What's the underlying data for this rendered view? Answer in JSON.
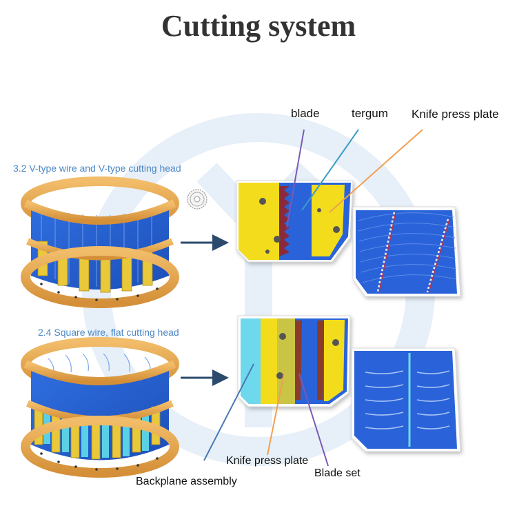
{
  "title": "Cutting system",
  "sections": [
    {
      "subtitle": "3.2 V-type wire and V-type cutting head"
    },
    {
      "subtitle": "2.4 Square wire, flat cutting head"
    }
  ],
  "labels": {
    "blade": "blade",
    "tergum": "tergum",
    "knife_press_plate_top": "Knife press plate",
    "knife_press_plate_bottom": "Knife press plate",
    "blade_set": "Blade set",
    "backplane_assembly": "Backplane assembly"
  },
  "colors": {
    "title": "#333333",
    "subtitle": "#4a86c5",
    "ring_orange": "#e8a64a",
    "blade_blue": "#2a63d9",
    "press_yellow": "#f2dc1e",
    "watermark": "#d4e3f3",
    "arrow_navy": "#2b4a6e",
    "leader_purple": "#7a5ab5",
    "leader_teal": "#3a9bc7",
    "leader_orange": "#f0a050",
    "leader_blue": "#4a78b8"
  }
}
